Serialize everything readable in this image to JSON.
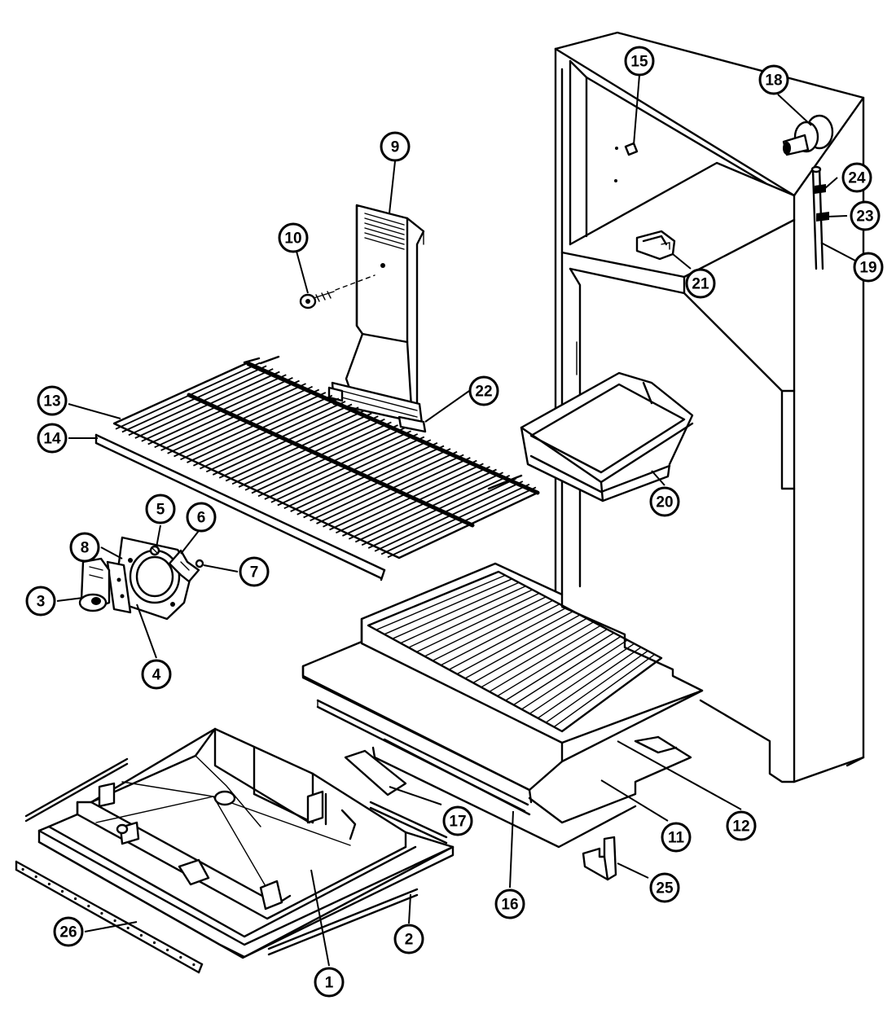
{
  "diagram": {
    "callouts": [
      {
        "id": "c1",
        "label": "1"
      },
      {
        "id": "c2",
        "label": "2"
      },
      {
        "id": "c3",
        "label": "3"
      },
      {
        "id": "c4",
        "label": "4"
      },
      {
        "id": "c5",
        "label": "5"
      },
      {
        "id": "c6",
        "label": "6"
      },
      {
        "id": "c7",
        "label": "7"
      },
      {
        "id": "c8",
        "label": "8"
      },
      {
        "id": "c9",
        "label": "9"
      },
      {
        "id": "c10",
        "label": "10"
      },
      {
        "id": "c11",
        "label": "11"
      },
      {
        "id": "c12",
        "label": "12"
      },
      {
        "id": "c13",
        "label": "13"
      },
      {
        "id": "c14",
        "label": "14"
      },
      {
        "id": "c15",
        "label": "15"
      },
      {
        "id": "c16",
        "label": "16"
      },
      {
        "id": "c17",
        "label": "17"
      },
      {
        "id": "c18",
        "label": "18"
      },
      {
        "id": "c19",
        "label": "19"
      },
      {
        "id": "c20",
        "label": "20"
      },
      {
        "id": "c21",
        "label": "21"
      },
      {
        "id": "c22",
        "label": "22"
      },
      {
        "id": "c23",
        "label": "23"
      },
      {
        "id": "c24",
        "label": "24"
      },
      {
        "id": "c25",
        "label": "25"
      },
      {
        "id": "c26",
        "label": "26"
      }
    ]
  }
}
